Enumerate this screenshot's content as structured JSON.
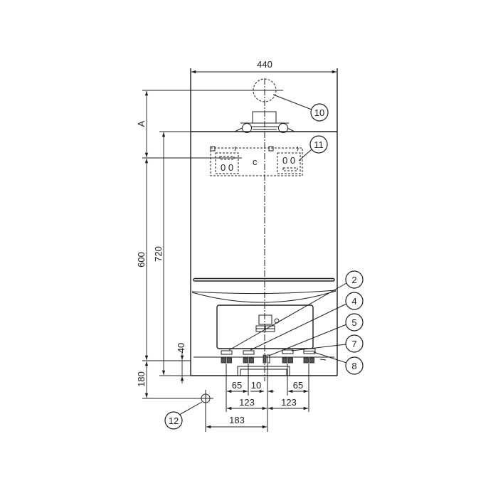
{
  "diagram": {
    "colors": {
      "line": "#1e1e1e",
      "background": "#ffffff"
    },
    "dimensions": {
      "overall_width": "440",
      "flue_clearance": "A",
      "mount_to_connections": "600",
      "overall_height": "720",
      "connections_offset": "40",
      "wall_outlet_offset": "180",
      "spacing_left_65": "65",
      "spacing_center_10": "10",
      "spacing_right_65": "65",
      "spacing_left_123": "123",
      "spacing_right_123": "123",
      "outlet_to_center_183": "183"
    },
    "callouts": [
      "2",
      "4",
      "5",
      "7",
      "8",
      "10",
      "11",
      "12"
    ]
  }
}
